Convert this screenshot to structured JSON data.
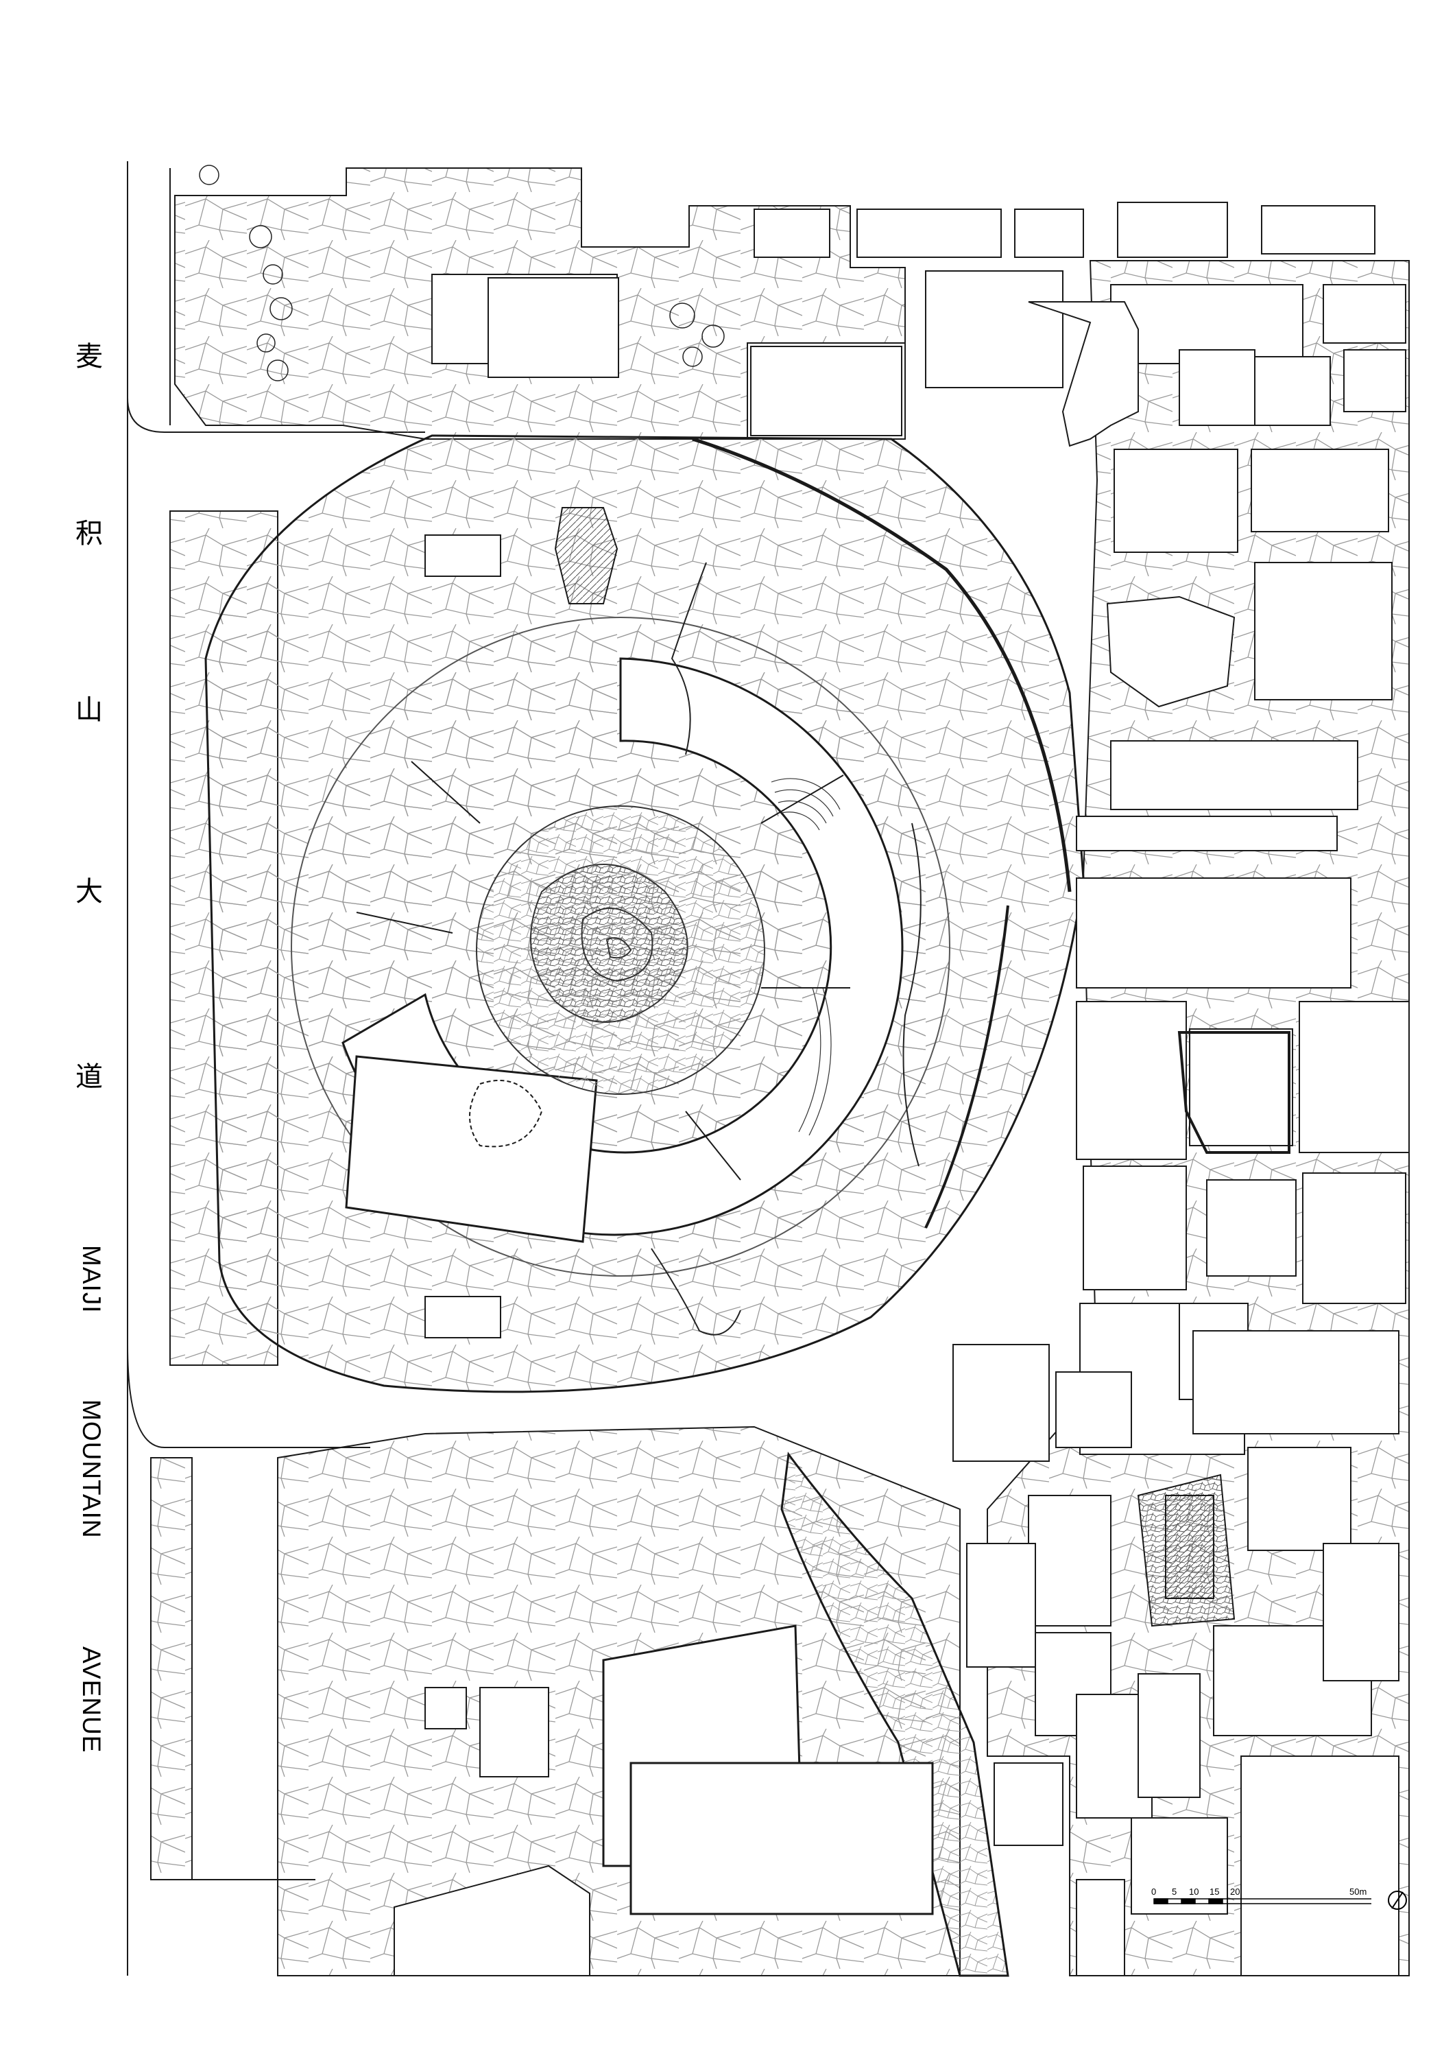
{
  "street_name": {
    "chinese_chars": [
      "麦",
      "积",
      "山",
      "大",
      "道"
    ],
    "english_words": [
      "MAIJI",
      "MOUNTAIN",
      "AVENUE"
    ]
  },
  "scale_bar": {
    "tick_labels": [
      "0",
      "5",
      "10",
      "15",
      "20",
      "50m"
    ]
  },
  "north_arrow_icon": "north-arrow-icon",
  "colors": {
    "line": "#1a1a1a",
    "paving": "#8c8c8c",
    "background": "#ffffff"
  }
}
